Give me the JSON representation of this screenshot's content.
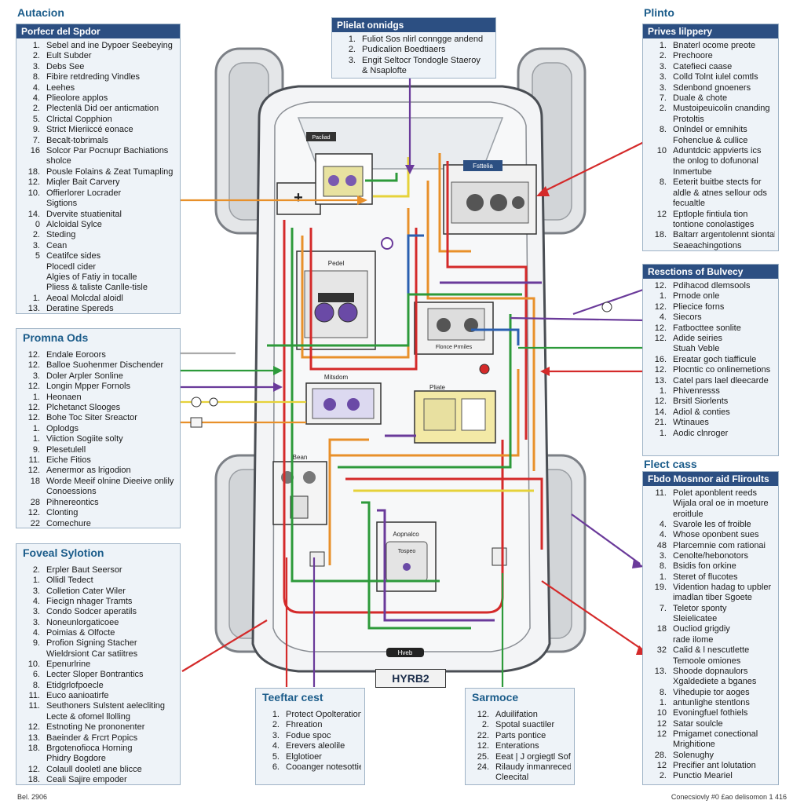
{
  "headings": {
    "top_left": "Autacion",
    "top_right": "Plinto"
  },
  "panels": {
    "left_top": {
      "title": "Porfecr del Spdor",
      "items": [
        {
          "n": "1.",
          "t": "Sebel and ine Dypoer Seebeying"
        },
        {
          "n": "2.",
          "t": "Eult Subder"
        },
        {
          "n": "3.",
          "t": "Debs See"
        },
        {
          "n": "8.",
          "t": "Fibire retdreding Vindles"
        },
        {
          "n": "4.",
          "t": "Leehes"
        },
        {
          "n": "4.",
          "t": "Plieolore applos"
        },
        {
          "n": "2.",
          "t": "Plectenlä Did oer anticmation"
        },
        {
          "n": "5.",
          "t": "Clrictal Copphion"
        },
        {
          "n": "9.",
          "t": "Strict Mieriiccé eonace"
        },
        {
          "n": "7.",
          "t": "Becalt-tobrimals"
        },
        {
          "n": "16",
          "t": "Solcor Par Pocnupr Bachiations"
        },
        {
          "n": "",
          "t": "sholce"
        },
        {
          "n": "18.",
          "t": "Pousle Folains & Zeat Tumapling"
        },
        {
          "n": "12.",
          "t": "Miqler Bait Carvery"
        },
        {
          "n": "10.",
          "t": "Offierlorer Locrader"
        },
        {
          "n": "",
          "t": "Sigtions"
        },
        {
          "n": "14.",
          "t": "Dvervite stuatienital"
        },
        {
          "n": "0",
          "t": "Alcloidal Sylce"
        },
        {
          "n": "2.",
          "t": "Steding"
        },
        {
          "n": "3.",
          "t": "Cean"
        },
        {
          "n": "5",
          "t": "Ceatifce sides"
        },
        {
          "n": "",
          "t": "Plocedl cider"
        },
        {
          "n": "",
          "t": "Algies of Fatiy in tocalle"
        },
        {
          "n": "",
          "t": "Pliess & taliste Canlle-tisle"
        },
        {
          "n": "1.",
          "t": "Aeoal Molcdal aloidl"
        },
        {
          "n": "13.",
          "t": "Deratine Spereds"
        }
      ]
    },
    "left_mid": {
      "title": "Promna Ods",
      "items": [
        {
          "n": "12.",
          "t": "Endale Eoroors"
        },
        {
          "n": "12.",
          "t": "Balloe Suohenmer Dischender"
        },
        {
          "n": "3.",
          "t": "Doler Arpler Sonline"
        },
        {
          "n": "12.",
          "t": "Longin Mpper Fornols"
        },
        {
          "n": "1.",
          "t": "Heonaen"
        },
        {
          "n": "12.",
          "t": "Plchetanct Slooges"
        },
        {
          "n": "12.",
          "t": "Bohe Toc Siter Sreactor"
        },
        {
          "n": "1.",
          "t": "Oplodgs"
        },
        {
          "n": "1.",
          "t": "Viiction Sogiite solty"
        },
        {
          "n": "9.",
          "t": "Plesetulell"
        },
        {
          "n": "11.",
          "t": "Eiche Fitios"
        },
        {
          "n": "12.",
          "t": "Aenermor as lrigodion"
        },
        {
          "n": "18",
          "t": "Worde Meeif olnine Dieeive onlily"
        },
        {
          "n": "",
          "t": "Conoessions"
        },
        {
          "n": "28",
          "t": "Pihnereontics"
        },
        {
          "n": "12.",
          "t": "Clonting"
        },
        {
          "n": "22",
          "t": "Comechure"
        }
      ]
    },
    "left_bottom": {
      "title": "Foveal Sylotion",
      "items": [
        {
          "n": "2.",
          "t": "Erpler Baut Seersor"
        },
        {
          "n": "1.",
          "t": "Ollidl Tedect"
        },
        {
          "n": "3.",
          "t": "Colletion Cater Wiler"
        },
        {
          "n": "4.",
          "t": "Fiecign nhager Tramts"
        },
        {
          "n": "3.",
          "t": "Condo Sodcer aperatils"
        },
        {
          "n": "3.",
          "t": "Noneunlorgaticoee"
        },
        {
          "n": "4.",
          "t": "Poimias & Olfocte"
        },
        {
          "n": "9.",
          "t": "Profion Signing Stacher"
        },
        {
          "n": "",
          "t": "Wieldrsiont Car satiitres"
        },
        {
          "n": "10.",
          "t": "Epenurlrine"
        },
        {
          "n": "6.",
          "t": "Lecter Sloper Bontrantics"
        },
        {
          "n": "8.",
          "t": "Etidgrlofpoecle"
        },
        {
          "n": "11.",
          "t": "Euco aanioatirfe"
        },
        {
          "n": "11.",
          "t": "Seuthoners Sulstent aelecliting"
        },
        {
          "n": "",
          "t": "Lecte & ofomel llolling"
        },
        {
          "n": "12.",
          "t": "Estnoting Ne prononenter"
        },
        {
          "n": "13.",
          "t": "Baeinder & Frcrt Popics"
        },
        {
          "n": "18.",
          "t": "Brgotenofioca Horning"
        },
        {
          "n": "",
          "t": "Phidry Bogdore"
        },
        {
          "n": "12.",
          "t": "Colaull dooletl ane blicce"
        },
        {
          "n": "18.",
          "t": "Ceali Sajire empoder"
        }
      ]
    },
    "top_center": {
      "title": "Plielat onnidgs",
      "items": [
        {
          "n": "1.",
          "t": "Fuliot Sos nlirl conngge andend"
        },
        {
          "n": "2.",
          "t": "Pudicalion Boedtiaers"
        },
        {
          "n": "3.",
          "t": "Engit Seltocr Tondogle Staeroy"
        },
        {
          "n": "",
          "t": "& Nsaplofte"
        }
      ]
    },
    "right_top": {
      "title": "Prives lilppery",
      "items": [
        {
          "n": "1.",
          "t": "Bnaterl ocome preote"
        },
        {
          "n": "2.",
          "t": "Prechoore"
        },
        {
          "n": "3.",
          "t": "Catefieci caase"
        },
        {
          "n": "3.",
          "t": "Colld Tolnt iulel comtls"
        },
        {
          "n": "3.",
          "t": "Sdenbond gnoeners"
        },
        {
          "n": "7.",
          "t": "Duale & chote"
        },
        {
          "n": "2.",
          "t": "Mustoipeuicolin cnanding"
        },
        {
          "n": "",
          "t": "Protoltis"
        },
        {
          "n": "8.",
          "t": "Onlndel or emnihits"
        },
        {
          "n": "",
          "t": "Fohenclue & cullice"
        },
        {
          "n": "10",
          "t": "Aduntdcic appvierts ics"
        },
        {
          "n": "",
          "t": "the onlog to dofunonal"
        },
        {
          "n": "",
          "t": "Inmertube"
        },
        {
          "n": "8.",
          "t": "Eeterit buitbe stects for"
        },
        {
          "n": "",
          "t": "aldle & atnes sellour ods"
        },
        {
          "n": "",
          "t": "fecualtle"
        },
        {
          "n": "12",
          "t": "Eptlople fintiula tion"
        },
        {
          "n": "",
          "t": "tontione conolastiges"
        },
        {
          "n": "18.",
          "t": "Baltarr argentolennt siontal"
        },
        {
          "n": "",
          "t": "Seaeachingotions"
        }
      ]
    },
    "right_mid": {
      "title": "Resctions of Bulvecy",
      "items": [
        {
          "n": "12.",
          "t": "Pdihacod dlemsools"
        },
        {
          "n": "1.",
          "t": "Prnode onle"
        },
        {
          "n": "12.",
          "t": "Pliecice forns"
        },
        {
          "n": "4.",
          "t": "Siecors"
        },
        {
          "n": "12.",
          "t": "Fatbocttee sonlite"
        },
        {
          "n": "12.",
          "t": "Adide seiries"
        },
        {
          "n": "",
          "t": "Stuah Veble"
        },
        {
          "n": "16.",
          "t": "Ereatar goch tiafficule"
        },
        {
          "n": "12.",
          "t": "Plocntic co onlinemetions"
        },
        {
          "n": "13.",
          "t": "Catel pars lael dleecarde"
        },
        {
          "n": "1.",
          "t": "Phivenresss"
        },
        {
          "n": "12.",
          "t": "Brsitl Siorlents"
        },
        {
          "n": "14.",
          "t": "Adiol & conties"
        },
        {
          "n": "21.",
          "t": "Wtinaues"
        },
        {
          "n": "1.",
          "t": "Aodic clnroger"
        }
      ]
    },
    "right_bottom": {
      "heading": "Flect cass",
      "title": "Fbdo Mosnnor aid Fliroults",
      "items": [
        {
          "n": "11.",
          "t": "Polet aponblent reeds"
        },
        {
          "n": "",
          "t": "Wijala oral oe in moeture"
        },
        {
          "n": "",
          "t": "eroitlule"
        },
        {
          "n": "4.",
          "t": "Svarole les of froible"
        },
        {
          "n": "4.",
          "t": "Whose oponbent sues"
        },
        {
          "n": "48",
          "t": "Plarcemnie com rationai"
        },
        {
          "n": "3.",
          "t": "Cenolte/hebonotors"
        },
        {
          "n": "8.",
          "t": "Bsidis fon orkine"
        },
        {
          "n": "1.",
          "t": "Steret of flucotes"
        },
        {
          "n": "19.",
          "t": "Vidention hadag to upbler"
        },
        {
          "n": "",
          "t": "imadlan tiber Sgoete"
        },
        {
          "n": "7.",
          "t": "Teletor sponty"
        },
        {
          "n": "",
          "t": "Sleielicatee"
        },
        {
          "n": "18",
          "t": "Oucliod grigdiy"
        },
        {
          "n": "",
          "t": "rade ilome"
        },
        {
          "n": "32",
          "t": "Calid & l nescutlette"
        },
        {
          "n": "",
          "t": "Temoole omiones"
        },
        {
          "n": "13.",
          "t": "Shoode dopnaulors"
        },
        {
          "n": "",
          "t": "Xgaldediete a bganes"
        },
        {
          "n": "8.",
          "t": "Vihedupie tor aoges"
        },
        {
          "n": "1.",
          "t": "antunlighe stentlons"
        },
        {
          "n": "10",
          "t": "Evoningfuel fothiels"
        },
        {
          "n": "12",
          "t": "Satar soulcle"
        },
        {
          "n": "12",
          "t": "Pmigamet conectional"
        },
        {
          "n": "",
          "t": "Mrighitione"
        },
        {
          "n": "28.",
          "t": "Solenughy"
        },
        {
          "n": "12",
          "t": "Precifier ant lolutation"
        },
        {
          "n": "2.",
          "t": "Punctio Meariel"
        }
      ]
    },
    "bottom_center_left": {
      "title": "Teeftar cest",
      "items": [
        {
          "n": "1.",
          "t": "Protect Opolteration"
        },
        {
          "n": "2.",
          "t": "Fhreation"
        },
        {
          "n": "3.",
          "t": "Fodue spoc"
        },
        {
          "n": "4.",
          "t": "Erevers aleolile"
        },
        {
          "n": "5.",
          "t": "Elglotioer"
        },
        {
          "n": "6.",
          "t": "Cooanger notesottiel"
        }
      ]
    },
    "bottom_center_right": {
      "title": "Sarmoce",
      "items": [
        {
          "n": "12.",
          "t": "Aduilifation"
        },
        {
          "n": "2.",
          "t": "Spotal suactiler"
        },
        {
          "n": "22.",
          "t": "Parts pontice"
        },
        {
          "n": "12.",
          "t": "Enterations"
        },
        {
          "n": "25.",
          "t": "Eeat | J orgiegtl Sofahe"
        },
        {
          "n": "24.",
          "t": "Rilaudy inmanrecedion"
        },
        {
          "n": "",
          "t": "Cleecital"
        }
      ]
    }
  },
  "diagram_labels": {
    "top_dark_label": "Pacliad",
    "relay_box_label": "Fsttelia",
    "main_module_label": "Pedel",
    "center_module_label": "Flonce Prmiles",
    "mid_left_label": "Mitsdom",
    "mid_right_label": "Pliate",
    "lower_left_label": "Bean",
    "lower_center_label": "Aopnalco",
    "lower_center_sub": "Tospeo",
    "rear_plate": "Hveb",
    "model_tag": "HYRB2"
  },
  "footer": {
    "left": "Bel. 2906",
    "right": "Conecsiovly #0 £ao delisomon 1 416"
  },
  "colors": {
    "panel_header": "#2c4f82",
    "heading_text": "#1b5c8a",
    "wire_red": "#d42a2a",
    "wire_green": "#2d9a3a",
    "wire_orange": "#e8902a",
    "wire_purple": "#6a3a9a",
    "wire_yellow": "#e6d23a",
    "wire_blue": "#2a5fb0"
  }
}
